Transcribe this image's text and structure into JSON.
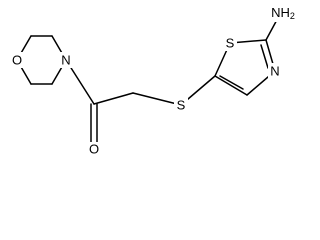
{
  "molecule": {
    "atoms": {
      "morpholine_oxygen": "O",
      "morpholine_nitrogen": "N",
      "carbonyl_oxygen": "O",
      "thioether_sulfur": "S",
      "thiazole_sulfur": "S",
      "thiazole_nitrogen": "N",
      "amine": {
        "main": "NH",
        "sub": "2"
      }
    },
    "colors": {
      "bond": "#000000",
      "label": "#000000",
      "background": "#ffffff"
    }
  }
}
